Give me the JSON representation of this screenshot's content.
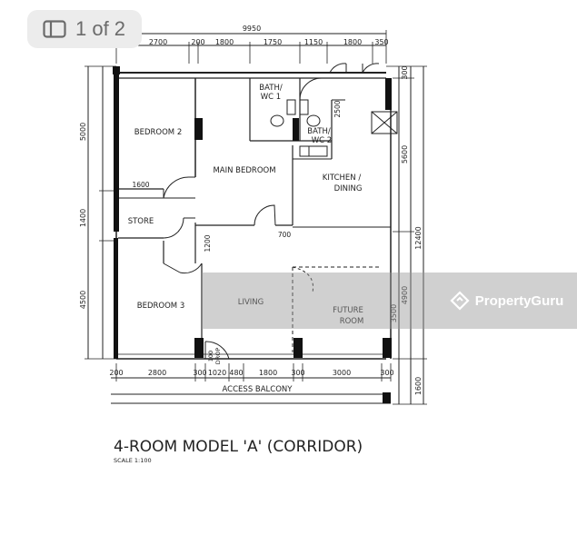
{
  "pager": {
    "icon": "gallery-icon",
    "label": "1 of 2"
  },
  "watermark": {
    "icon": "propertyguru-logo-icon",
    "brand": "PropertyGuru"
  },
  "plan": {
    "title": "4-ROOM MODEL 'A' (CORRIDOR)",
    "scale": "SCALE  1:100",
    "rooms": {
      "bedroom2": "BEDROOM  2",
      "main_bedroom": "MAIN BEDROOM",
      "bath1_a": "BATH/",
      "bath1_b": "WC 1",
      "bath2_a": "BATH/",
      "bath2_b": "WC 2",
      "kitchen_a": "KITCHEN  /",
      "kitchen_b": "DINING",
      "store": "STORE",
      "bedroom3": "BEDROOM  3",
      "living": "LIVING",
      "future_a": "FUTURE",
      "future_b": "ROOM",
      "access_balcony": "ACCESS BALCONY",
      "drop_a": "100",
      "drop_b": "DROP"
    },
    "dims_top": {
      "total": "9950",
      "d1": "2700",
      "d2": "200",
      "d3": "1800",
      "d4": "1750",
      "d5": "1150",
      "d6": "1800",
      "d7": "350"
    },
    "dims_bottom": {
      "d1": "200",
      "d2": "2800",
      "d3": "300",
      "d4": "1020",
      "d5": "480",
      "d6": "1800",
      "d7": "300",
      "d8": "3000",
      "d9": "300"
    },
    "dims_left": {
      "d1": "5000",
      "d2": "1400",
      "d3": "4500"
    },
    "dims_right": {
      "d1": "300",
      "d2": "5600",
      "d3": "12400",
      "d4": "4900",
      "d5": "1600",
      "d6": "3500"
    },
    "dims_inner": {
      "d1600": "1600",
      "d2500": "2500",
      "d700": "700",
      "d1200": "1200"
    }
  }
}
